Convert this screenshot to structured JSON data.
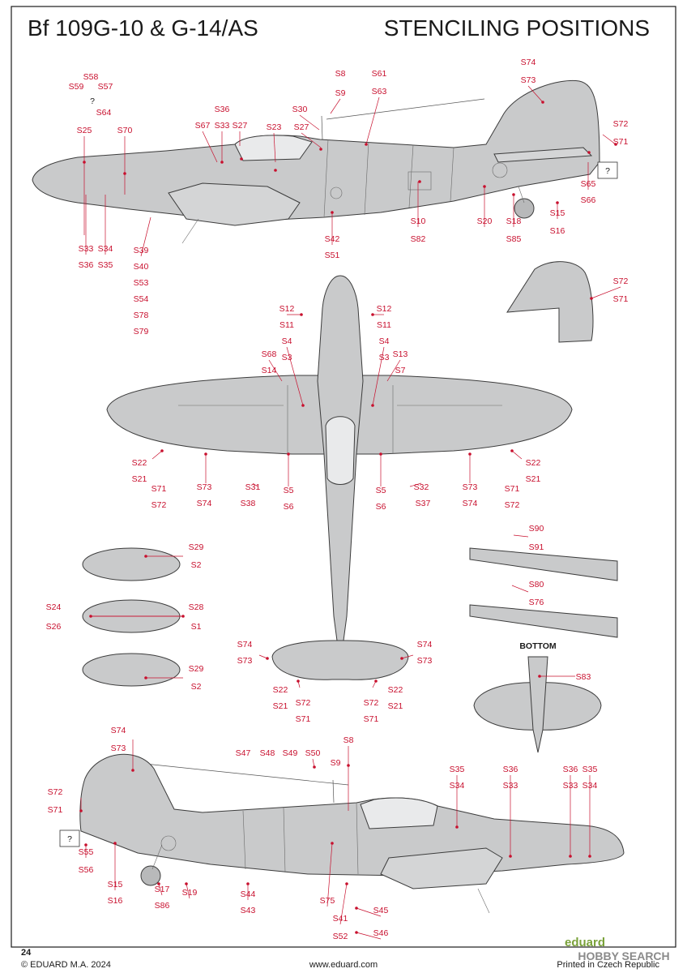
{
  "header": {
    "left_title": "Bf 109G-10 & G-14/AS",
    "right_title": "STENCILING POSITIONS"
  },
  "footer": {
    "page_number": "24",
    "copyright": "© EDUARD M.A. 2024",
    "website": "www.eduard.com",
    "printed": "Printed in Czech Republic",
    "brand_logo": "eduard",
    "watermark": "HOBBY SEARCH"
  },
  "labels": {
    "side_top": [
      "S58",
      "S59",
      "S57",
      "?",
      "S64",
      "S25",
      "S70",
      "S36",
      "S33",
      "S67",
      "S27",
      "S23",
      "S30",
      "S27",
      "S8",
      "S9",
      "S61",
      "S63",
      "S74",
      "S73",
      "S72",
      "S71",
      "S65",
      "S66",
      "S15",
      "S16",
      "S18",
      "S85",
      "S20",
      "S10",
      "S82",
      "S42",
      "S51",
      "S33",
      "S36",
      "S34",
      "S35",
      "S39",
      "S40",
      "S53",
      "S54",
      "S78",
      "S79"
    ],
    "tail_detail": [
      "S72",
      "S71"
    ],
    "plan_view": [
      "S12",
      "S11",
      "S12",
      "S11",
      "S4",
      "S3",
      "S4",
      "S3",
      "S68",
      "S14",
      "S13",
      "S7",
      "S22",
      "S21",
      "S22",
      "S21",
      "S71",
      "S72",
      "S71",
      "S72",
      "S73",
      "S74",
      "S73",
      "S74",
      "S31",
      "S38",
      "S32",
      "S37",
      "S5",
      "S6",
      "S5",
      "S6",
      "S74",
      "S73",
      "S74",
      "S73",
      "S22",
      "S21",
      "S22",
      "S21",
      "S72",
      "S71",
      "S72",
      "S71"
    ],
    "drop_tanks": [
      "S29",
      "S2",
      "S24",
      "S26",
      "S28",
      "S1",
      "S29",
      "S2"
    ],
    "prop_blades": [
      "S90",
      "S91",
      "S80",
      "S76"
    ],
    "bottom_view_caption": "BOTTOM",
    "bottom_view": [
      "S83"
    ],
    "side_bottom": [
      "S74",
      "S73",
      "S72",
      "S71",
      "S47",
      "S48",
      "S49",
      "S50",
      "S8",
      "S9",
      "S35",
      "S34",
      "S36",
      "S33",
      "S36",
      "S33",
      "S35",
      "S34",
      "S55",
      "S56",
      "S15",
      "S16",
      "S17",
      "S86",
      "S19",
      "S44",
      "S43",
      "S75",
      "S41",
      "S52",
      "S45",
      "S46"
    ]
  },
  "colors": {
    "aircraft_grey": "#c9cacb",
    "leader_red": "#c8102e",
    "outline": "#3c3c3c",
    "brand_green": "#7aa23a"
  }
}
